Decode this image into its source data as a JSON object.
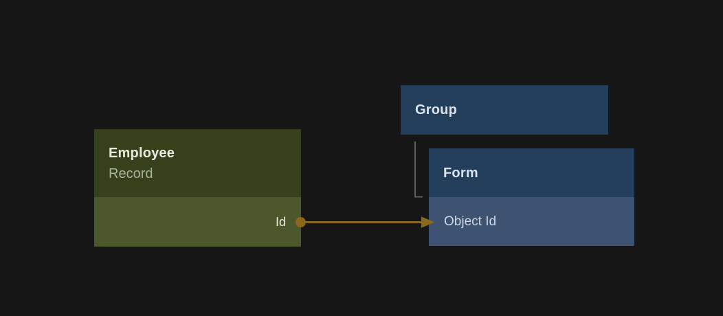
{
  "diagram": {
    "background_color": "#161616",
    "nodes": {
      "employee": {
        "title": "Employee",
        "subtitle": "Record",
        "header_color": "#36411c",
        "row_color": "#4d572c",
        "fields": [
          {
            "label": "Id"
          }
        ]
      },
      "group": {
        "title": "Group",
        "header_color": "#223e5b"
      },
      "form": {
        "title": "Form",
        "header_color": "#223e5b",
        "row_color": "#3d5371",
        "fields": [
          {
            "label": "Object Id"
          }
        ]
      }
    },
    "edges": {
      "id_to_object_id": {
        "from": "Employee.Id",
        "to": "Form.Object Id",
        "color": "#8a681d",
        "style": "arrow-with-dot"
      },
      "group_to_form": {
        "from": "Group",
        "to": "Form",
        "color": "#5f5f5f",
        "style": "elbow"
      }
    }
  }
}
